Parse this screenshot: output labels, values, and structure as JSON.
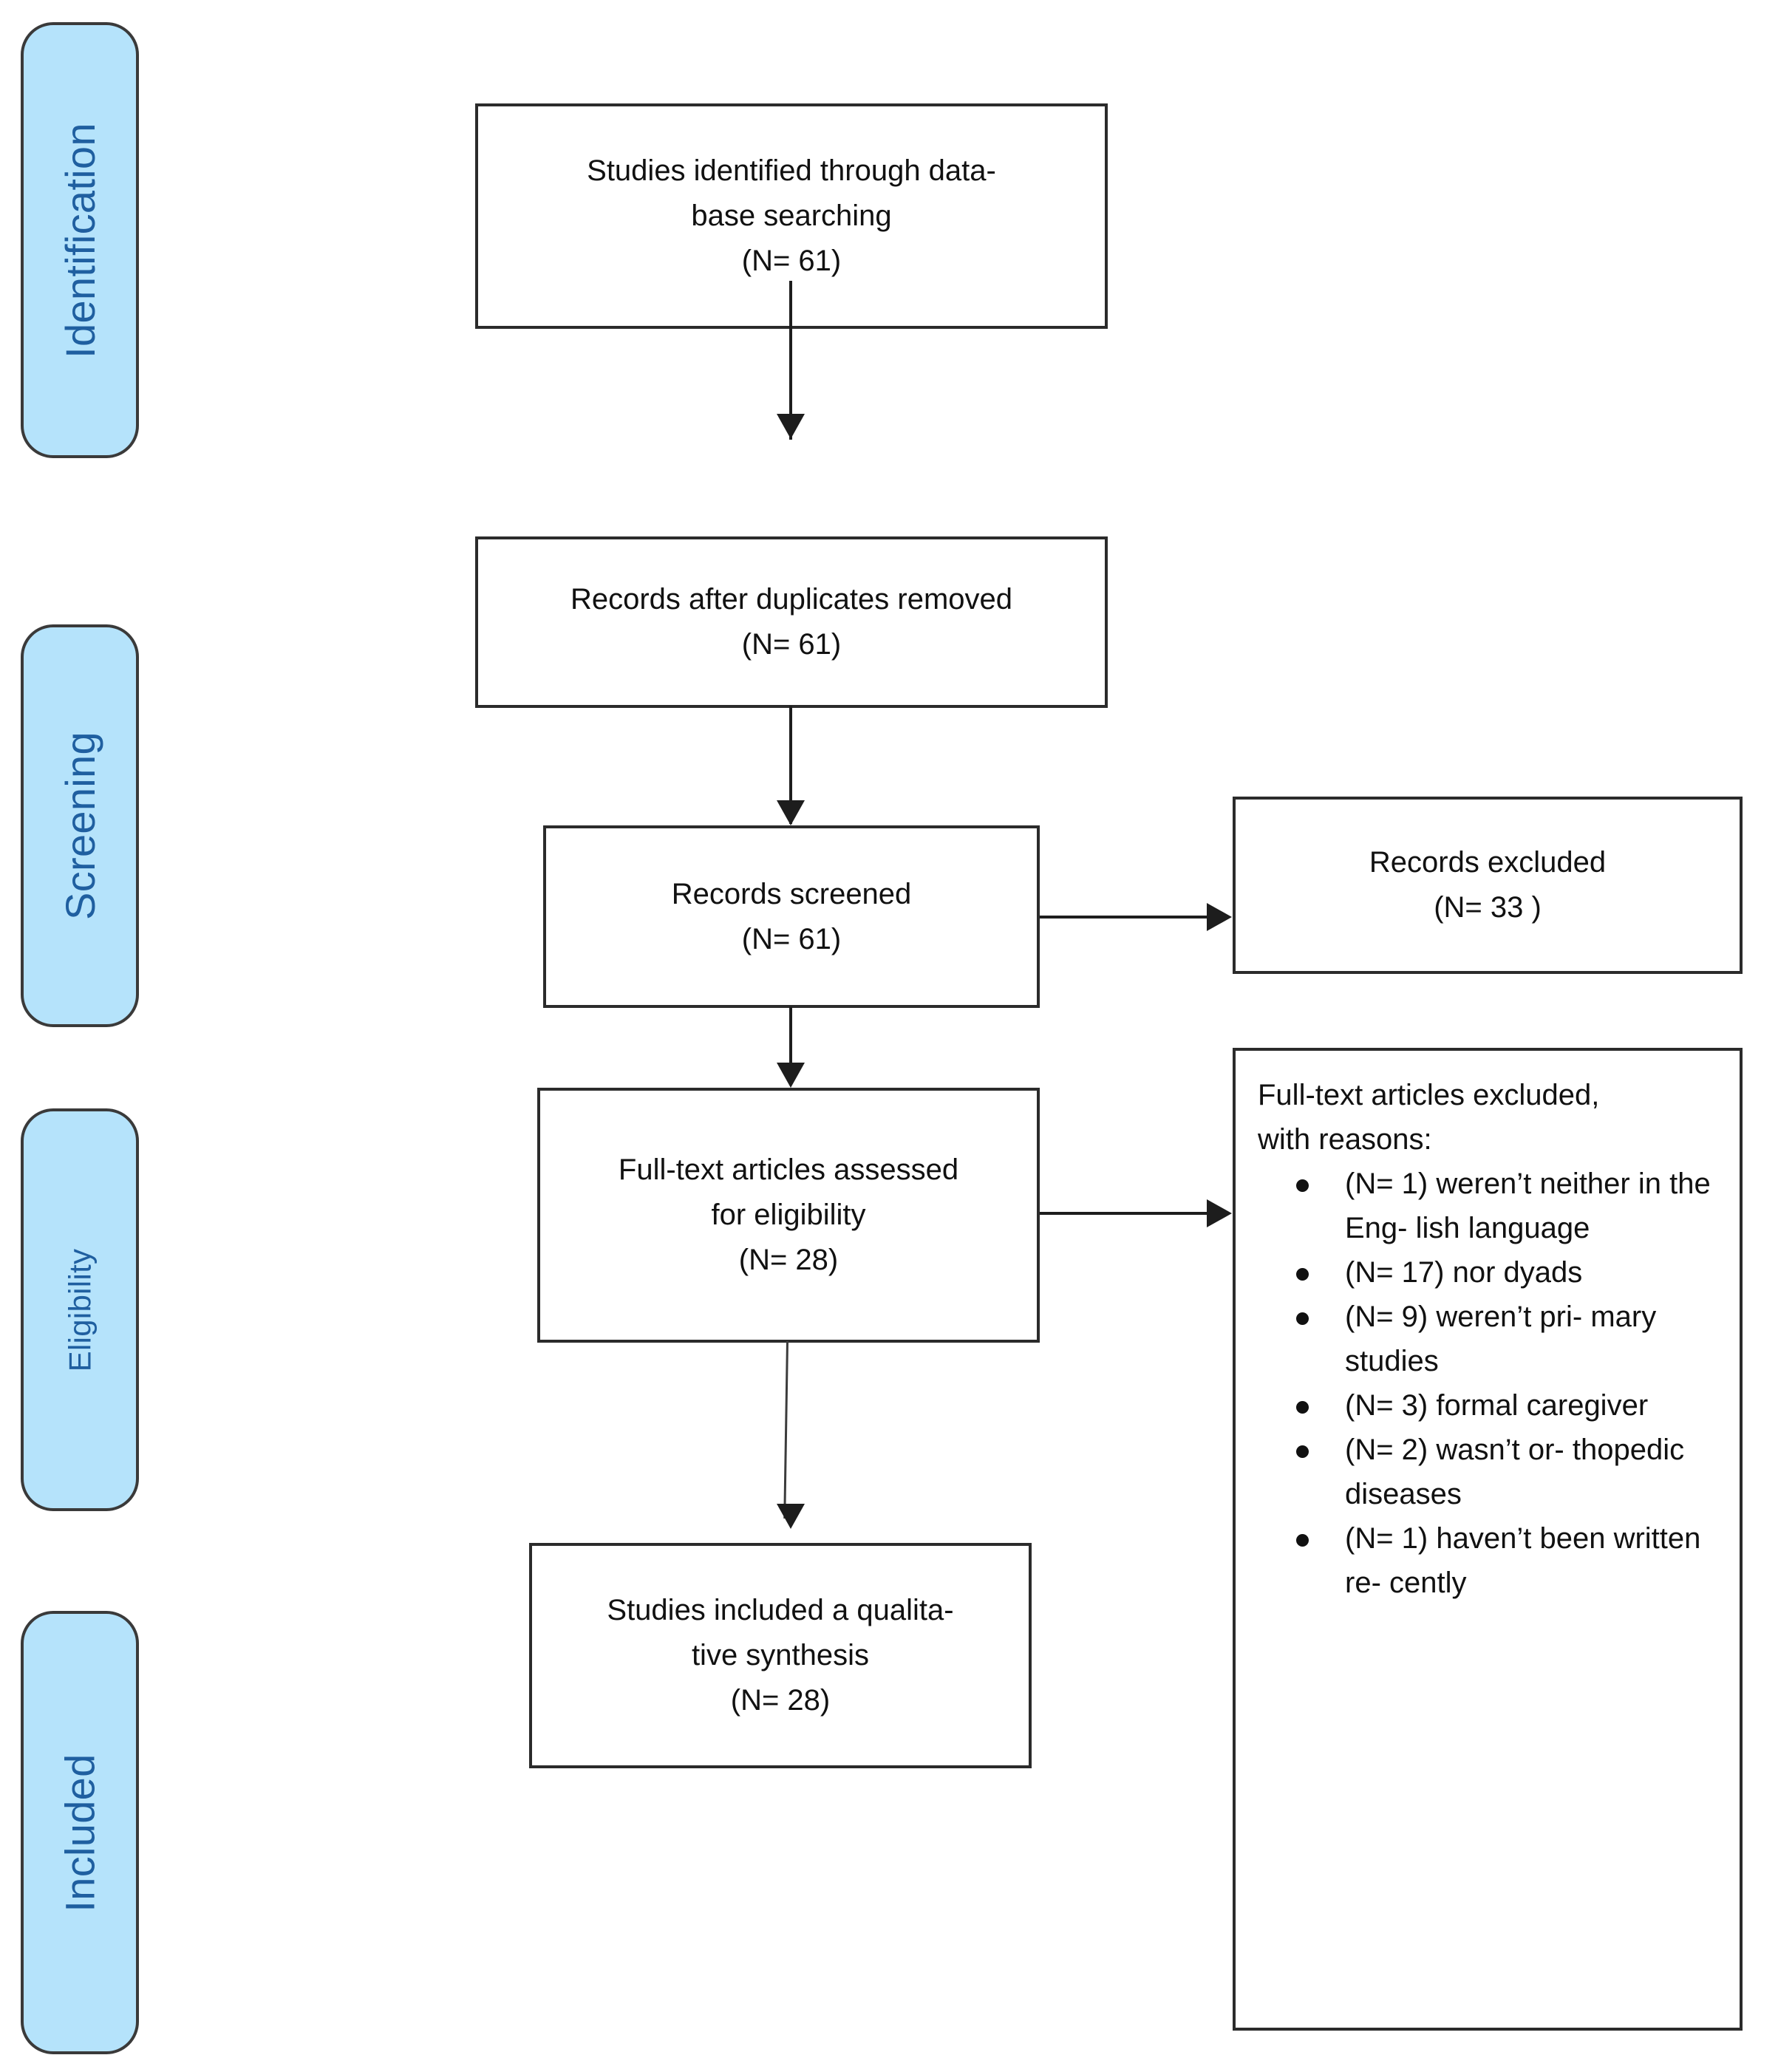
{
  "diagram": {
    "title": "PRISMA flow diagram",
    "accent_color": "#b5e3fb",
    "label_color": "#1f5fa0",
    "line_color": "#1d1d1d"
  },
  "stages": [
    {
      "id": "identification",
      "label": "Identification"
    },
    {
      "id": "screening",
      "label": "Screening"
    },
    {
      "id": "eligibility",
      "label": "Eligibility"
    },
    {
      "id": "included",
      "label": "Included"
    }
  ],
  "boxes": {
    "identified": {
      "line1": "Studies identified through data-",
      "line2": "base searching",
      "count": "(N= 61)"
    },
    "duplicates_removed": {
      "line1": "Records after duplicates removed",
      "count": "(N= 61)"
    },
    "records_screened": {
      "line1": "Records screened",
      "count": "(N= 61)"
    },
    "records_excluded": {
      "line1": "Records excluded",
      "count": "(N= 33 )"
    },
    "fulltext_assessed": {
      "line1": "Full-text articles assessed",
      "line2": "for eligibility",
      "count": "(N= 28)"
    },
    "fulltext_excluded": {
      "heading_line1": "Full-text articles excluded,",
      "heading_line2": "with reasons:",
      "reasons": [
        {
          "line1": "(N= 1) weren’t",
          "line2": "neither in the Eng-",
          "line3": "lish language"
        },
        {
          "line1": "(N= 17) nor dyads"
        },
        {
          "line1": "(N= 9) weren’t pri-",
          "line2": "mary studies"
        },
        {
          "line1": "(N= 3) formal",
          "line2": "caregiver"
        },
        {
          "line1": "(N= 2) wasn’t or-",
          "line2": "thopedic diseases"
        },
        {
          "line1": "(N= 1) haven’t",
          "line2": "been written re-",
          "line3": "cently"
        }
      ]
    },
    "studies_included": {
      "line1": "Studies included a qualita-",
      "line2": "tive synthesis",
      "count": "(N= 28)"
    }
  }
}
